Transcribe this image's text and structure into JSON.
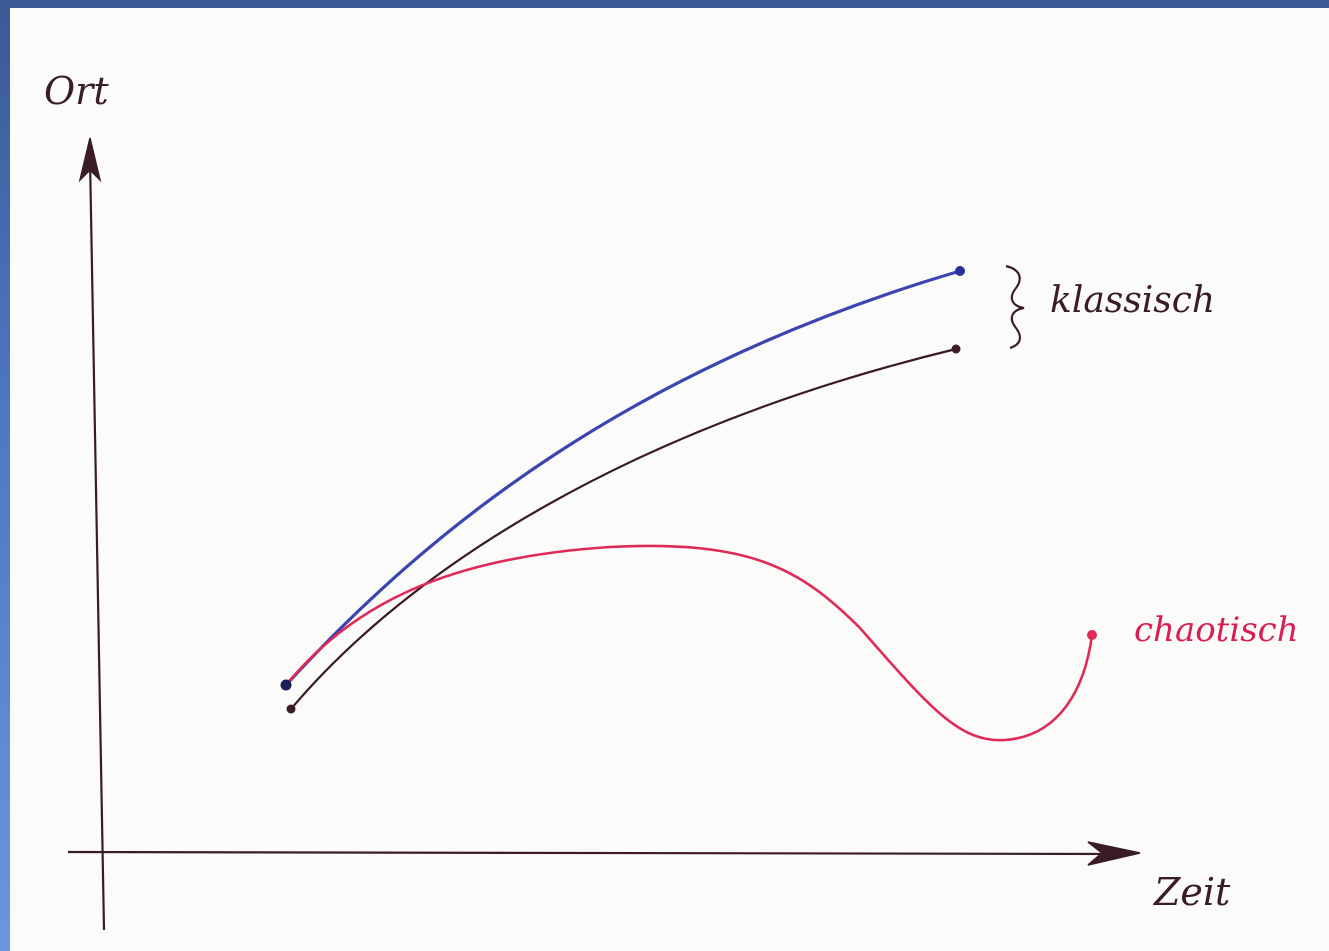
{
  "diagram": {
    "labels": {
      "y_axis": "Ort",
      "x_axis": "Zeit",
      "classical": "klassisch",
      "chaotic": "chaotisch"
    },
    "colors": {
      "ink": "#3a1c24",
      "blue_curve": "#3c44b0",
      "dark_curve": "#3a1c24",
      "red_curve": "#e02a56",
      "red_label": "#d91f52",
      "paper": "#fbfbf9",
      "frame_top": "#3b5a94",
      "frame_bottom": "#6b95e0"
    }
  }
}
